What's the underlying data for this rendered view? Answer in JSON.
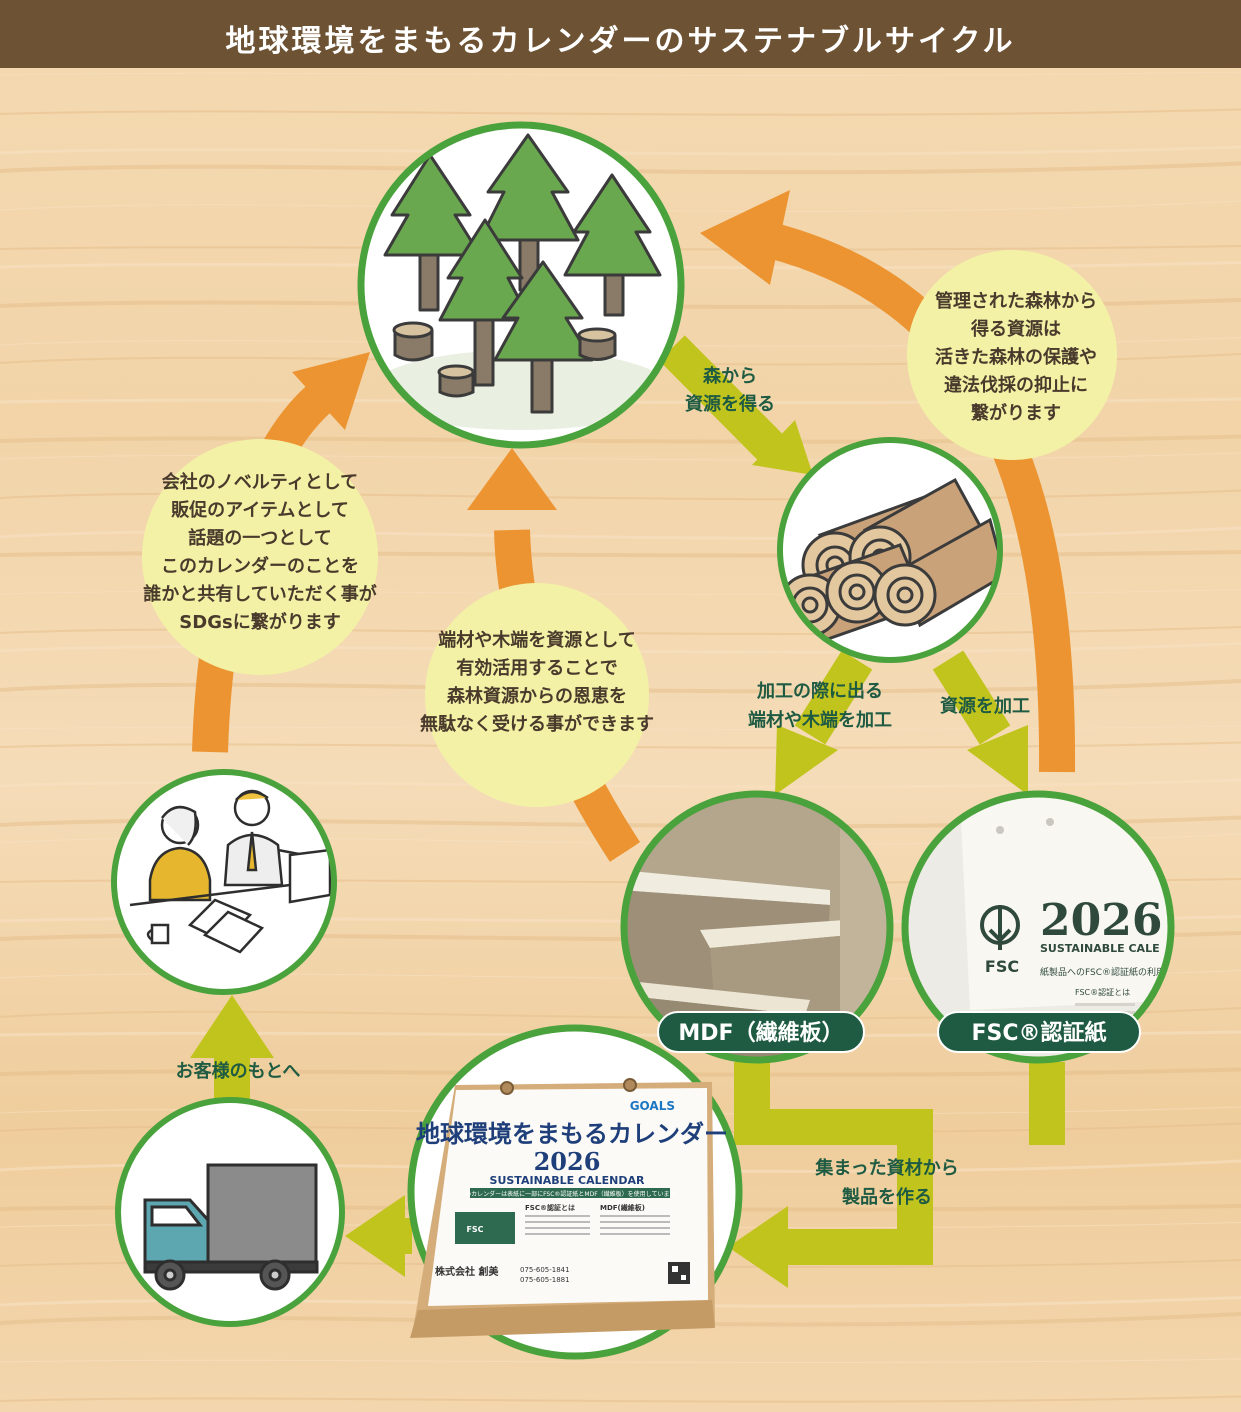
{
  "title": "地球環境をまもるカレンダーのサステナブルサイクル",
  "colors": {
    "title_bar": "#6d5233",
    "circle_ring": "#4aa23c",
    "orange_arrow": "#ec9431",
    "yellowgreen_arrow": "#c2c41e",
    "bubble": "#f2f1a6",
    "pill": "#1f5b42"
  },
  "arrow_labels": {
    "forest_to_logs": [
      "森から",
      "資源を得る"
    ],
    "scraps": [
      "加工の際に出る",
      "端材や木端を加工"
    ],
    "process": [
      "資源を加工"
    ],
    "make_product": [
      "集まった資材から",
      "製品を作る"
    ],
    "to_customer": [
      "お客様のもとへ"
    ]
  },
  "bubbles": {
    "managed_forest": [
      "管理された森林から",
      "得る資源は",
      "活きた森林の保護や",
      "違法伐採の抑止に",
      "繋がります"
    ],
    "scrap_use": [
      "端材や木端を資源として",
      "有効活用することで",
      "森林資源からの恩恵を",
      "無駄なく受ける事ができます"
    ],
    "novelty": [
      "会社のノベルティとして",
      "販促のアイテムとして",
      "話題の一つとして",
      "このカレンダーのことを",
      "誰かと共有していただく事が",
      "SDGsに繋がります"
    ]
  },
  "materials": {
    "mdf": "MDF（繊維板）",
    "fsc": "FSC®認証紙"
  },
  "fsc_photo": {
    "year": "2026",
    "subtitle": "SUSTAINABLE CALE",
    "logo": "FSC",
    "note": "紙製品へのFSC®認証紙の利用を推進",
    "heading": "FSC®認証とは"
  },
  "calendar": {
    "goals": "GOALS",
    "title": "地球環境をまもるカレンダー",
    "year": "2026",
    "subtitle": "SUSTAINABLE CALENDAR",
    "strip": "このカレンダーは表紙に一部にFSC®認証紙とMDF（繊維板）を使用しています。",
    "fsc_heading": "FSC®認証とは",
    "mdf_heading": "MDF(繊維板)",
    "fsc_logo": "FSC",
    "company": "株式会社 創美",
    "tel": "075-605-1841",
    "fax": "075-605-1881"
  }
}
